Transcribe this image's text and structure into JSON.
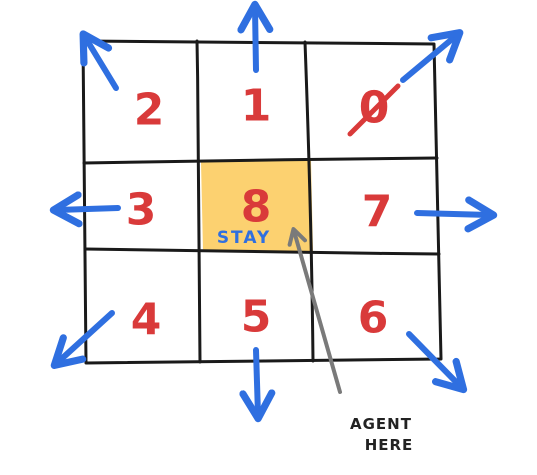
{
  "cells": {
    "top_left": "2",
    "top_center": "1",
    "top_right": "0",
    "middle_left": "3",
    "center": "8",
    "middle_right": "7",
    "bottom_left": "4",
    "bottom_center": "5",
    "bottom_right": "6"
  },
  "center_label": "STAY",
  "agent_label": {
    "line1": "AGENT",
    "line2": "HERE"
  },
  "colors": {
    "grid_line": "#1a1a1a",
    "number": "#d93a3a",
    "arrow": "#2f6fe0",
    "center_fill": "#fcd170",
    "stay_text": "#2f6fe0",
    "pointer": "#7a7a7a",
    "agent_text": "#222222"
  },
  "icons": {
    "direction_arrow": "arrow-icon",
    "pointer_arrow": "pointer-arrow-icon",
    "slashed_zero": "slashed-zero-glyph"
  }
}
